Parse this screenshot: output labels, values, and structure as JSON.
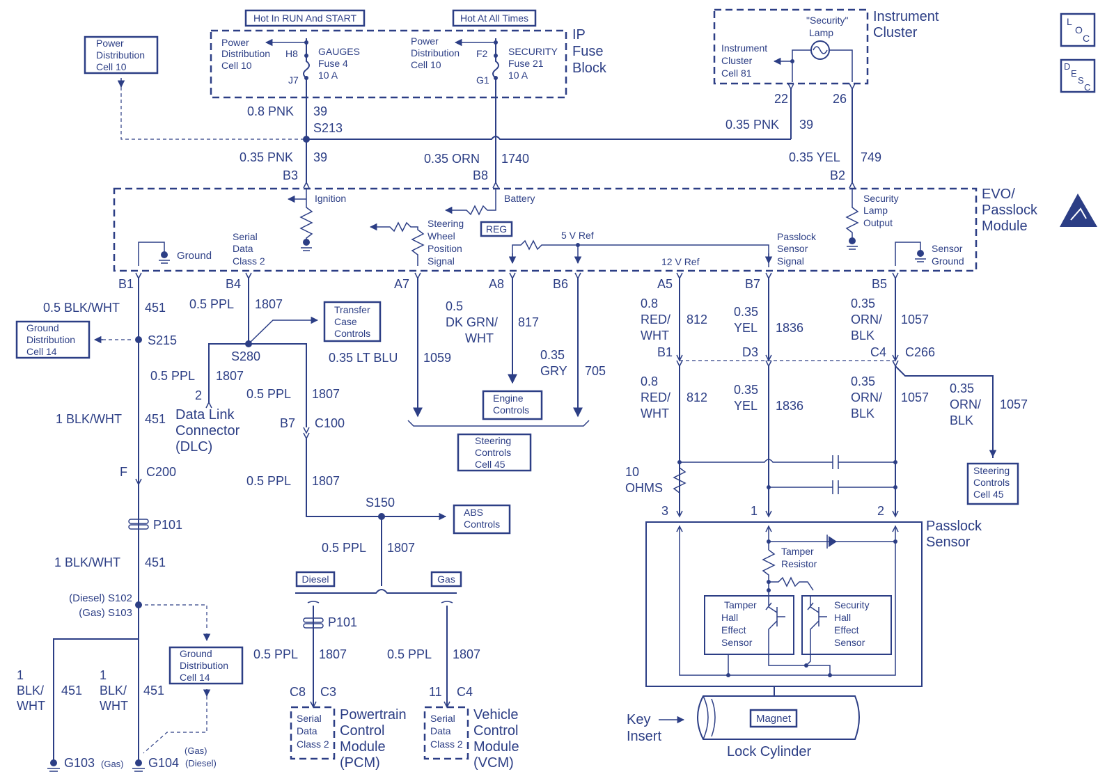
{
  "header_labels": {
    "hot_run_start": "Hot In RUN And START",
    "hot_all_times": "Hot At All Times"
  },
  "fuse_block": {
    "title": [
      "IP",
      "Fuse",
      "Block"
    ],
    "pdc_left": [
      "Power",
      "Distribution",
      "Cell 10"
    ],
    "pdc_right": [
      "Power",
      "Distribution",
      "Cell 10"
    ],
    "gauges": [
      "GAUGES",
      "Fuse 4",
      "10 A"
    ],
    "security": [
      "SECURITY",
      "Fuse 21",
      "10 A"
    ],
    "pins": {
      "h8": "H8",
      "j7": "J7",
      "f2": "F2",
      "g1": "G1"
    }
  },
  "pdc_cell10_box": [
    "Power",
    "Distribution",
    "Cell 10"
  ],
  "instrument_cluster": {
    "title": [
      "Instrument",
      "Cluster"
    ],
    "lamp": [
      "\"Security\"",
      "Lamp"
    ],
    "inner": [
      "Instrument",
      "Cluster",
      "Cell 81"
    ],
    "pins": {
      "p22": "22",
      "p26": "26"
    }
  },
  "loc_icon": [
    "L",
    "O",
    "C"
  ],
  "desc_icon": [
    "D",
    "E",
    "S",
    "C"
  ],
  "wires_top": {
    "pnk_08": "0.8 PNK",
    "c39a": "39",
    "s213": "S213",
    "pnk_035": "0.35 PNK",
    "c39b": "39",
    "orn_035": "0.35 ORN",
    "c1740": "1740",
    "ic_pnk": "0.35 PNK",
    "ic_39": "39",
    "yel_035": "0.35 YEL",
    "c749": "749",
    "b3": "B3",
    "b8": "B8",
    "b2": "B2"
  },
  "module": {
    "title": [
      "EVO/",
      "Passlock",
      "Module"
    ],
    "ignition": "Ignition",
    "battery": "Battery",
    "reg": "REG",
    "ground": "Ground",
    "serial": [
      "Serial",
      "Data",
      "Class 2"
    ],
    "steering": [
      "Steering",
      "Wheel",
      "Position",
      "Signal"
    ],
    "ref5": "5 V Ref",
    "ref12": "12 V Ref",
    "passlock_signal": [
      "Passlock",
      "Sensor",
      "Signal"
    ],
    "security_lamp": [
      "Security",
      "Lamp",
      "Output"
    ],
    "sensor_ground": [
      "Sensor",
      "Ground"
    ],
    "pins": [
      "B1",
      "B4",
      "A7",
      "A8",
      "B6",
      "A5",
      "B7",
      "B5"
    ]
  },
  "left_branch": {
    "blk_wht_05": "0.5 BLK/WHT",
    "c451a": "451",
    "s215": "S215",
    "gd14_top": [
      "Ground",
      "Distribution",
      "Cell 14"
    ],
    "blk_wht_1": "1 BLK/WHT",
    "c451b": "451",
    "f": "F",
    "c200": "C200",
    "p101": "P101",
    "blk_wht_1b": "1 BLK/WHT",
    "c451c": "451",
    "s102": "(Diesel) S102",
    "s103": "(Gas) S103",
    "gd14_bottom": [
      "Ground",
      "Distribution",
      "Cell 14"
    ],
    "left_wire": [
      "1",
      "BLK/",
      "WHT"
    ],
    "c451d": "451",
    "mid_wire": [
      "1",
      "BLK/",
      "WHT"
    ],
    "c451e": "451",
    "g103": "G103",
    "gas1": "(Gas)",
    "g104": "G104",
    "diesel1": "(Diesel)",
    "gas2": "(Gas)"
  },
  "serial_branch": {
    "ppl_05a": "0.5 PPL",
    "c1807a": "1807",
    "transfer": [
      "Transfer",
      "Case",
      "Controls"
    ],
    "s280": "S280",
    "ppl_05b": "0.5 PPL",
    "c1807b": "1807",
    "dlc_pin": "2",
    "dlc": [
      "Data Link",
      "Connector",
      "(DLC)"
    ],
    "ppl_05c": "0.5 PPL",
    "c1807c": "1807",
    "b7": "B7",
    "c100": "C100",
    "ppl_05d": "0.5 PPL",
    "c1807d": "1807",
    "s150": "S150",
    "abs": [
      "ABS",
      "Controls"
    ],
    "ppl_05e": "0.5 PPL",
    "c1807e": "1807",
    "diesel": "Diesel",
    "gas": "Gas",
    "p101": "P101",
    "ppl_05f": "0.5 PPL",
    "c1807f": "1807",
    "ppl_05g": "0.5 PPL",
    "c1807g": "1807",
    "c8": "C8",
    "c3": "C3",
    "p11": "11",
    "c4": "C4",
    "pcm_inner": [
      "Serial",
      "Data",
      "Class 2"
    ],
    "pcm": [
      "Powertrain",
      "Control",
      "Module",
      "(PCM)"
    ],
    "vcm_inner": [
      "Serial",
      "Data",
      "Class 2"
    ],
    "vcm": [
      "Vehicle",
      "Control",
      "Module",
      "(VCM)"
    ]
  },
  "steering_branch": {
    "lt_blu": "0.35 LT BLU",
    "c1059": "1059",
    "dk_grn": [
      "0.5",
      "DK GRN/",
      "WHT"
    ],
    "c817": "817",
    "gry": [
      "0.35",
      "GRY"
    ],
    "c705": "705",
    "engine": [
      "Engine",
      "Controls"
    ],
    "steering_cell": [
      "Steering",
      "Controls",
      "Cell 45"
    ]
  },
  "sensor_branch": {
    "red_wht_top": [
      "0.8",
      "RED/",
      "WHT"
    ],
    "c812a": "812",
    "yel_top": [
      "0.35",
      "YEL"
    ],
    "c1836a": "1836",
    "orn_blk_top": [
      "0.35",
      "ORN/",
      "BLK"
    ],
    "c1057a": "1057",
    "b1": "B1",
    "d3": "D3",
    "c4": "C4",
    "c266": "C266",
    "red_wht_bot": [
      "0.8",
      "RED/",
      "WHT"
    ],
    "c812b": "812",
    "yel_bot": [
      "0.35",
      "YEL"
    ],
    "c1836b": "1836",
    "orn_blk_bot": [
      "0.35",
      "ORN/",
      "BLK"
    ],
    "c1057b": "1057",
    "orn_blk_side": [
      "0.35",
      "ORN/",
      "BLK"
    ],
    "c1057c": "1057",
    "steering_cell": [
      "Steering",
      "Controls",
      "Cell 45"
    ],
    "ohms": [
      "10",
      "OHMS"
    ],
    "p3": "3",
    "p1": "1",
    "p2": "2",
    "passlock": [
      "Passlock",
      "Sensor"
    ],
    "tamper_res": [
      "Tamper",
      "Resistor"
    ],
    "tamper_hall": [
      "Tamper",
      "Hall",
      "Effect",
      "Sensor"
    ],
    "security_hall": [
      "Security",
      "Hall",
      "Effect",
      "Sensor"
    ],
    "key_insert": [
      "Key",
      "Insert"
    ],
    "magnet": "Magnet",
    "lock_cylinder": "Lock Cylinder"
  }
}
